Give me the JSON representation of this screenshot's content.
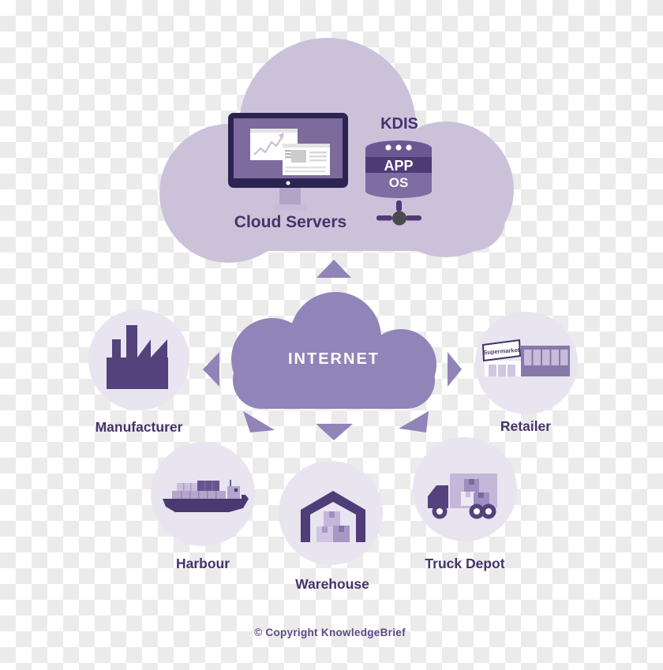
{
  "cloud_servers": {
    "label": "Cloud Servers",
    "icon": "monitor-icon"
  },
  "kdis": {
    "label": "KDIS",
    "app_band": "APP",
    "os_band": "OS",
    "icon": "database-icon"
  },
  "internet": {
    "label": "INTERNET",
    "icon": "cloud-icon"
  },
  "nodes": {
    "manufacturer": {
      "label": "Manufacturer",
      "icon": "factory-icon"
    },
    "retailer": {
      "label": "Retailer",
      "sign": "Supermarket",
      "icon": "supermarket-icon"
    },
    "harbour": {
      "label": "Harbour",
      "icon": "container-ship-icon"
    },
    "warehouse": {
      "label": "Warehouse",
      "icon": "warehouse-shed-icon"
    },
    "truck_depot": {
      "label": "Truck Depot",
      "icon": "truck-icon"
    }
  },
  "arrows": [
    "up",
    "left",
    "right",
    "down",
    "down-left",
    "down-right"
  ],
  "footer": {
    "copyright": "© Copyright KnowledgeBrief"
  },
  "colors": {
    "checker_gray": "#ebebeb",
    "cloud_light": "#cbc2da",
    "cloud_medium": "#9184b8",
    "node_circle_fill": "#e8e4f0",
    "icon_dark_purple": "#53427c",
    "label_text": "#44336b",
    "monitor_frame": "#2d2351",
    "monitor_screen": "#7d6b9d",
    "db_top_band": "#6b5892",
    "db_app_band": "#4e3a75",
    "db_os_band": "#7e6ca3",
    "network_node_gray": "#4a4a4a",
    "internet_text": "#ffffff",
    "copyright_text": "#5b4a85"
  }
}
